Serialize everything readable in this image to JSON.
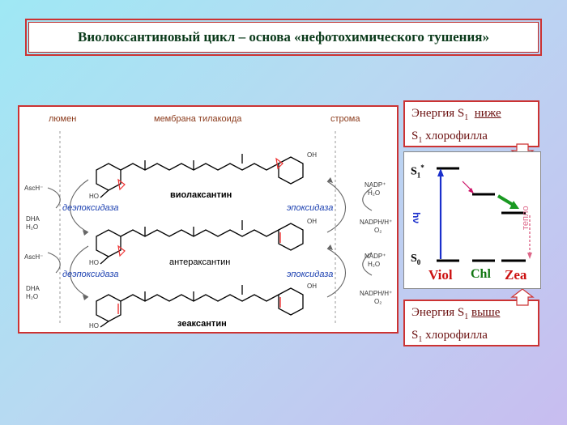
{
  "title": "Виолоксантиновый цикл – основа «нефотохимического тушения»",
  "scheme": {
    "lumen": "люмен",
    "membrane": "мембрана тилакоида",
    "stroma": "строма",
    "violaxanthin": "виолаксантин",
    "antheraxanthin": "антераксантин",
    "zeaxanthin": "зеаксантин",
    "deepoxidase": "деэпоксидаза",
    "epoxidase": "эпоксидаза",
    "asch": "AscH⁻",
    "dha": "DHA",
    "h2o": "H₂O",
    "nadp": "NADP⁺",
    "nadph": "NADPH/H⁺",
    "o2": "O₂",
    "oh": "OH",
    "ho": "HO"
  },
  "energy_low": {
    "line1": "Энергия S",
    "sub": "1",
    "underlined": "ниже",
    "line2": "S",
    "line2_sub": "1",
    "line2_rest": " хлорофилла"
  },
  "energy_high": {
    "line1": "Энергия S",
    "sub": "1",
    "underlined": "выше",
    "line2": "S",
    "line2_sub": "1",
    "line2_rest": " хлорофилла"
  },
  "diagram": {
    "s1": "S",
    "s1_sub": "1",
    "s1_sup": "*",
    "s0": "S",
    "s0_sub": "0",
    "hv": "hν",
    "heat": "тепло",
    "viol": "Viol",
    "chl": "Chl",
    "zea": "Zea"
  },
  "colors": {
    "accent": "#cc3333",
    "enzyme": "#1a3fb0",
    "viol": "#cc1111",
    "chl": "#117711",
    "zea": "#cc1111"
  }
}
